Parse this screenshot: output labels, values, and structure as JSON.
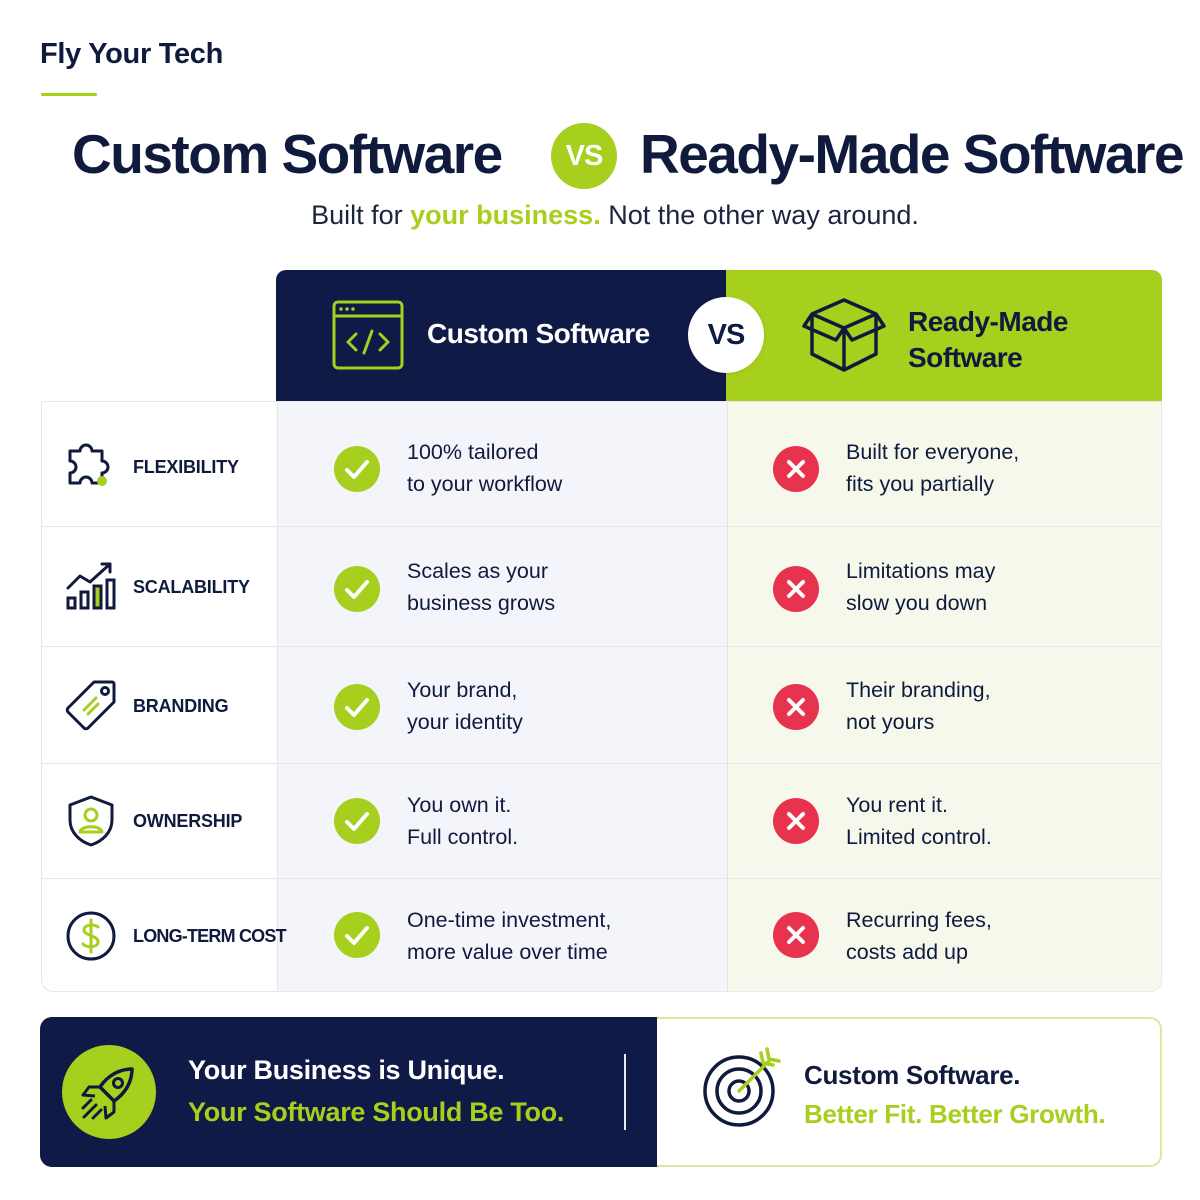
{
  "brand": {
    "name": "Fly Your Tech"
  },
  "headline": {
    "left": "Custom Software",
    "vs": "VS",
    "right": "Ready-Made Software"
  },
  "subtitle": {
    "before": "Built for ",
    "highlight": "your business.",
    "after": " Not the other way around."
  },
  "header": {
    "custom_label": "Custom Software",
    "custom_icon": "code-window-icon",
    "vs": "VS",
    "ready_label_line1": "Ready-Made",
    "ready_label_line2": "Software",
    "ready_icon": "box-icon"
  },
  "rows": [
    {
      "category": "FLEXIBILITY",
      "icon": "puzzle-icon",
      "custom": [
        "100% tailored",
        "to your workflow"
      ],
      "ready": [
        "Built for everyone,",
        "fits you partially"
      ]
    },
    {
      "category": "SCALABILITY",
      "icon": "growth-chart-icon",
      "custom": [
        "Scales as your",
        "business grows"
      ],
      "ready": [
        "Limitations may",
        "slow you down"
      ]
    },
    {
      "category": "BRANDING",
      "icon": "tag-icon",
      "custom": [
        "Your brand,",
        "your identity"
      ],
      "ready": [
        "Their branding,",
        "not yours"
      ]
    },
    {
      "category": "OWNERSHIP",
      "icon": "shield-user-icon",
      "custom": [
        "You own it.",
        "Full control."
      ],
      "ready": [
        "You rent it.",
        "Limited control."
      ]
    },
    {
      "category": "LONG-TERM COST",
      "icon": "dollar-coin-icon",
      "custom": [
        "One-time investment,",
        "more value over time"
      ],
      "ready": [
        "Recurring fees,",
        "costs add up"
      ]
    }
  ],
  "footer": {
    "left_line1": "Your Business is Unique.",
    "left_line2": "Your Software Should Be Too.",
    "left_icon": "rocket-icon",
    "right_line1": "Custom Software.",
    "right_line2": "Better Fit. Better Growth.",
    "right_icon": "target-icon"
  },
  "colors": {
    "navy": "#101a47",
    "lime": "#a6cf1e",
    "red": "#e8334f"
  }
}
